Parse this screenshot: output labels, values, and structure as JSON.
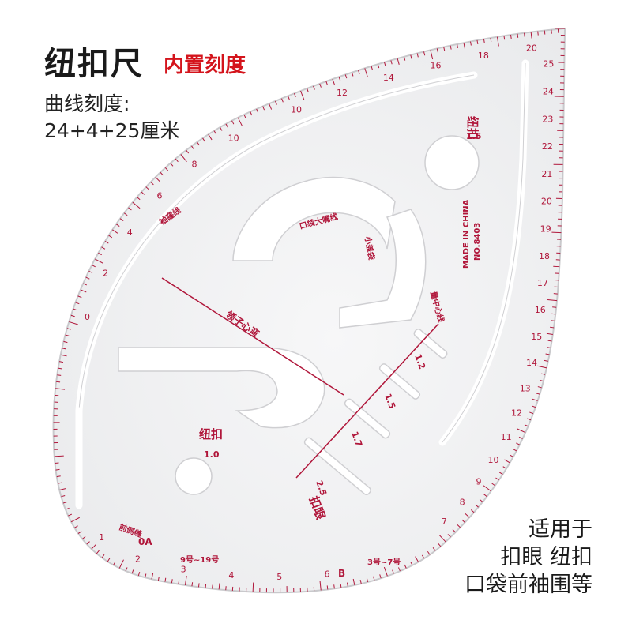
{
  "product": {
    "title": "纽扣尺",
    "subtitle": "内置刻度",
    "desc_line1": "曲线刻度:",
    "desc_line2": "24+4+25厘米"
  },
  "usage": {
    "line1": "适用于",
    "line2": "扣眼 纽扣",
    "line3": "口袋前袖围等"
  },
  "ruler": {
    "button_top_label": "纽扣",
    "button_top_size": "1.5",
    "button_left_label": "纽扣",
    "button_left_size": "1.0",
    "made_in": "MADE IN CHINA",
    "model_no": "NO.8403",
    "slot_sizes": [
      "1.2",
      "1.5",
      "1.7",
      "2.5"
    ],
    "buttonhole_label": "扣眼",
    "collar_label": "领子心弯",
    "pocket_label": "口袋大嘴线",
    "pocket_label2": "小盖袋",
    "center_label": "量中心线",
    "armhole_label": "袖窿线",
    "front_label": "前侧缝",
    "marker_a": "0A",
    "marker_b": "B",
    "size_range_left": "9号~19号",
    "size_range_right": "3号~7号",
    "bottom_scale": [
      "1",
      "2",
      "3",
      "4",
      "5",
      "6"
    ],
    "left_scale": [
      "0",
      "2",
      "4",
      "6",
      "8",
      "10"
    ],
    "top_scale": [
      "10",
      "12",
      "14",
      "16",
      "18",
      "20"
    ],
    "right_scale": [
      "25",
      "24",
      "23",
      "22",
      "21",
      "20",
      "19",
      "18",
      "17",
      "16",
      "15",
      "14",
      "13",
      "12",
      "11",
      "10",
      "9",
      "8",
      "7"
    ],
    "accent_color": "#b0163a"
  }
}
